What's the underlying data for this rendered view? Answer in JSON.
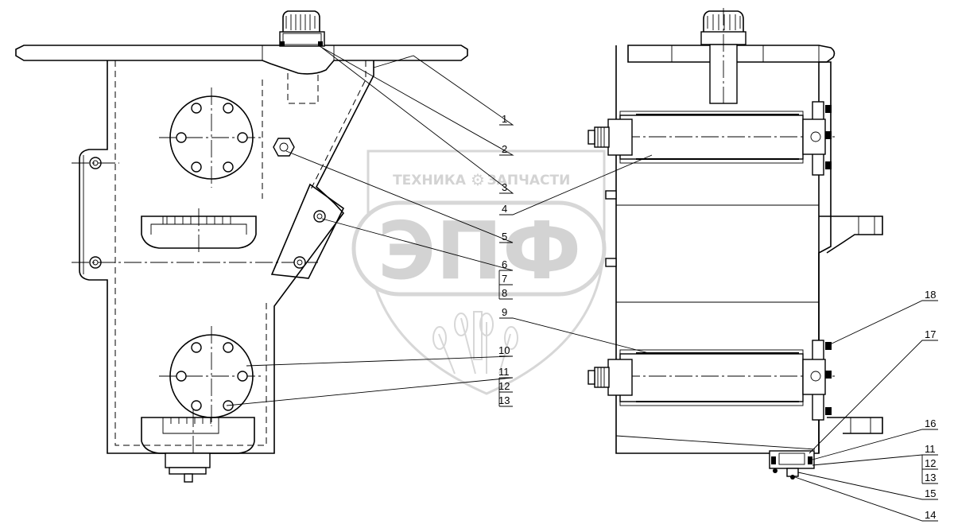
{
  "watermark": {
    "top_left_text": "ТЕХНИКА",
    "top_right_text": "ЗАПЧАСТИ",
    "gear_symbol": "⚙",
    "logo_text": "ЭПФ"
  },
  "callouts": {
    "c1": "1",
    "c2": "2",
    "c3": "3",
    "c4": "4",
    "c5": "5",
    "c6": "6",
    "c7": "7",
    "c8": "8",
    "c9": "9",
    "c10": "10",
    "c11": "11",
    "c12": "12",
    "c13": "13",
    "c18": "18",
    "c17": "17",
    "c16": "16",
    "c11b": "11",
    "c12b": "12",
    "c13b": "13",
    "c15": "15",
    "c14": "14"
  }
}
